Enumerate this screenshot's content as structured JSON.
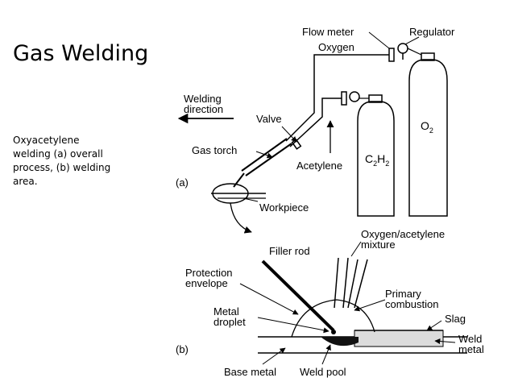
{
  "slide": {
    "title": "Gas Welding",
    "caption_lines": [
      "Oxyacetylene",
      "welding (a) overall",
      "process, (b) welding",
      "area."
    ]
  },
  "diagram_a": {
    "panel_label": "(a)",
    "flow_meter": "Flow meter",
    "regulator": "Regulator",
    "oxygen": "Oxygen",
    "welding_direction_line1": "Welding",
    "welding_direction_line2": "direction",
    "valve": "Valve",
    "gas_torch": "Gas torch",
    "acetylene": "Acetylene",
    "workpiece": "Workpiece",
    "c2h2_c": "C",
    "c2h2_sub1": "2",
    "c2h2_h": "H",
    "c2h2_sub2": "2",
    "o2_o": "O",
    "o2_sub": "2"
  },
  "diagram_b": {
    "panel_label": "(b)",
    "filler_rod": "Filler rod",
    "mixture_line1": "Oxygen/acetylene",
    "mixture_line2": "mixture",
    "protection_line1": "Protection",
    "protection_line2": "envelope",
    "primary_line1": "Primary",
    "primary_line2": "combustion",
    "slag": "Slag",
    "metal_droplet_line1": "Metal",
    "metal_droplet_line2": "droplet",
    "weld_metal_line1": "Weld",
    "weld_metal_line2": "metal",
    "base_metal": "Base metal",
    "weld_pool": "Weld pool"
  }
}
